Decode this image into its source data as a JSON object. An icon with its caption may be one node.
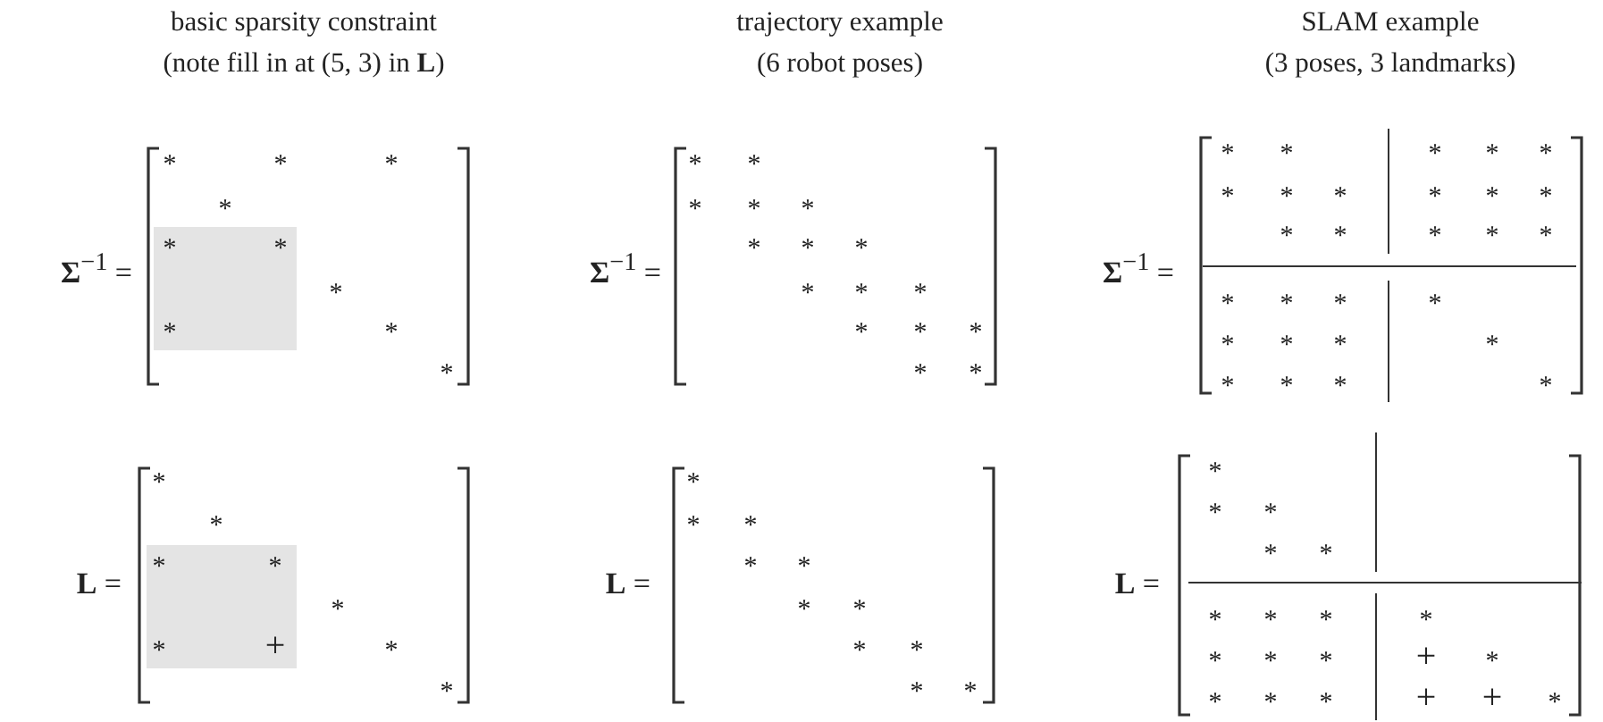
{
  "diagram": {
    "labels": [
      "basic sparsity constraint",
      "(note fill in at (5, 3) in **L**)",
      "**Σ**$^{−1}$ =",
      "*",
      "*",
      "*",
      "*",
      "*",
      "*",
      "*",
      "*",
      "*",
      "*",
      "**L** =",
      "*",
      "*",
      "*",
      "*",
      "*",
      "*",
      "+",
      "*",
      "*",
      "trajectory example",
      "(6 robot poses)",
      "**Σ**$^{−1}$ =",
      "*",
      "*",
      "*",
      "*",
      "*",
      "*",
      "*",
      "*",
      "*",
      "*",
      "*",
      "*",
      "*",
      "*",
      "*",
      "*",
      "**L** =",
      "*",
      "*",
      "*",
      "*",
      "*",
      "*",
      "*",
      "*",
      "*",
      "*",
      "*",
      "SLAM example",
      "(3 poses, 3 landmarks)",
      "**Σ**$^{−1}$ =",
      "*",
      "*",
      "*",
      "*",
      "*",
      "*",
      "*",
      "*",
      "*",
      "*",
      "*",
      "*",
      "*",
      "*",
      "*",
      "*",
      "*",
      "*",
      "*",
      "*",
      "*",
      "*",
      "*",
      "*",
      "*",
      "*",
      "*",
      "*",
      "**L** =",
      "*",
      "*",
      "*",
      "*",
      "*",
      "*",
      "*",
      "*",
      "*",
      "*",
      "*",
      "*",
      "+",
      "*",
      "*",
      "*",
      "*",
      "+",
      "+",
      "*"
    ]
  }
}
